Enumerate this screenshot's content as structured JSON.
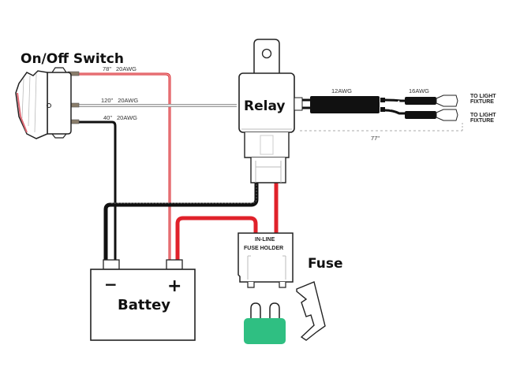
{
  "title": "On/Off Switch Relay Wiring Diagram",
  "components": {
    "switch": {
      "label": "On/Off Switch"
    },
    "relay": {
      "label": "Relay"
    },
    "battery": {
      "label": "Battey",
      "negative": "−",
      "positive": "+"
    },
    "fuse_holder": {
      "line1": "IN-LINE",
      "line2": "FUSE HOLDER"
    },
    "fuse": {
      "label": "Fuse"
    }
  },
  "wires": {
    "switch_top": {
      "length": "78\"",
      "gauge": "20AWG",
      "color": "#d8262c"
    },
    "switch_mid": {
      "length": "120\"",
      "gauge": "20AWG",
      "color": "#bbbbbb"
    },
    "switch_bottom": {
      "length": "40\"",
      "gauge": "20AWG",
      "color": "#111111"
    },
    "relay_output": {
      "gauge": "12AWG"
    },
    "fixture_leads": {
      "gauge": "16AWG"
    },
    "output_length": "77\""
  },
  "outputs": [
    {
      "line1": "TO LIGHT",
      "line2": "FIXTURE"
    },
    {
      "line1": "TO LIGHT",
      "line2": "FIXTURE"
    }
  ],
  "colors": {
    "positive_wire": "#e0212a",
    "ground_wire": "#111111",
    "fuse_body": "#2fbf82",
    "outline": "#222222"
  }
}
